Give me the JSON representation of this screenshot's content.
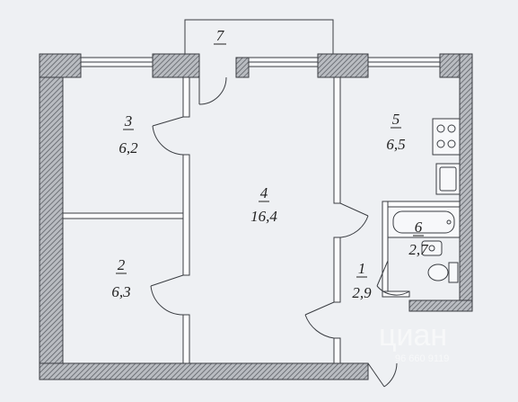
{
  "plan": {
    "balcony_label": "7",
    "rooms": [
      {
        "id": "room-1",
        "number": "1",
        "area": "2,9"
      },
      {
        "id": "room-2",
        "number": "2",
        "area": "6,3"
      },
      {
        "id": "room-3",
        "number": "3",
        "area": "6,2"
      },
      {
        "id": "room-4",
        "number": "4",
        "area": "16,4"
      },
      {
        "id": "room-5",
        "number": "5",
        "area": "6,5"
      },
      {
        "id": "room-6",
        "number": "6",
        "area": "2,7"
      }
    ],
    "watermark": {
      "logo_text": "циан",
      "code": "96 660 9119"
    },
    "colors": {
      "wall_hatch": "#7a7d82",
      "background": "#eef0f3",
      "line": "#3a3d42"
    }
  }
}
